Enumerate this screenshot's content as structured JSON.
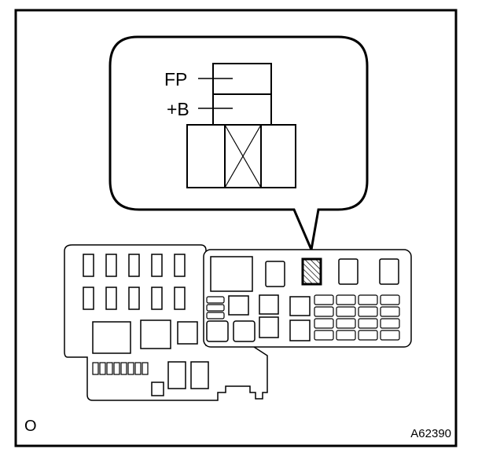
{
  "labels": {
    "fp": "FP",
    "plus_b": "+B",
    "corner_mark": "O",
    "figure_id": "A62390"
  },
  "colors": {
    "line": "#000000",
    "background": "#ffffff",
    "hatch": "#000000"
  },
  "highlighted_fuse": "hatched-fuse-slot"
}
